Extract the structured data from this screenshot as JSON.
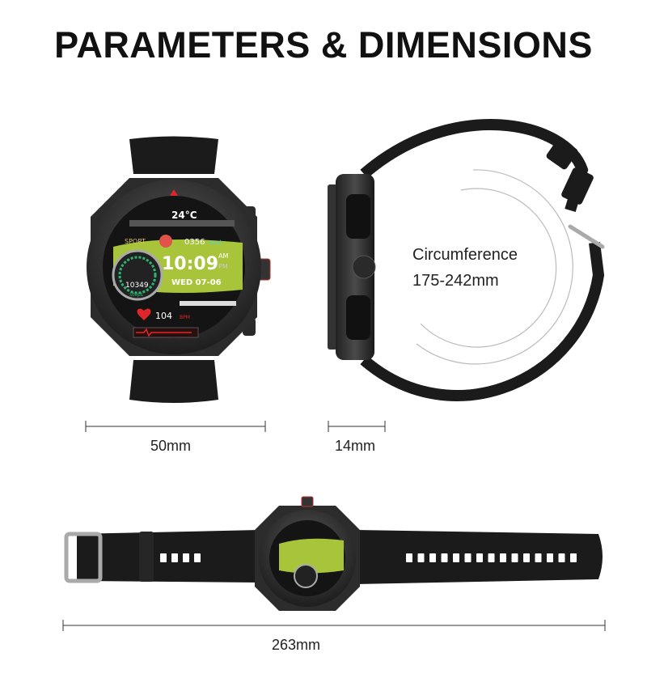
{
  "title": "PARAMETERS & DIMENSIONS",
  "dimensions": {
    "width": "50mm",
    "thickness": "14mm",
    "circumference_label": "Circumference",
    "circumference_value": "175-242mm",
    "length": "263mm"
  },
  "watch_face": {
    "temperature": "24°C",
    "sport_label": "SPORT",
    "calories": "0356",
    "calories_unit": "Kcal",
    "time": "10:09",
    "am": "AM",
    "pm": "PM",
    "date": "WED  07-06",
    "steps": "10349",
    "steps_label": "Steps",
    "heart_rate": "104",
    "heart_rate_unit": "BPM"
  },
  "colors": {
    "accent_green": "#a8c43a",
    "heart_red": "#e0262b",
    "strap": "#1b1b1b"
  }
}
